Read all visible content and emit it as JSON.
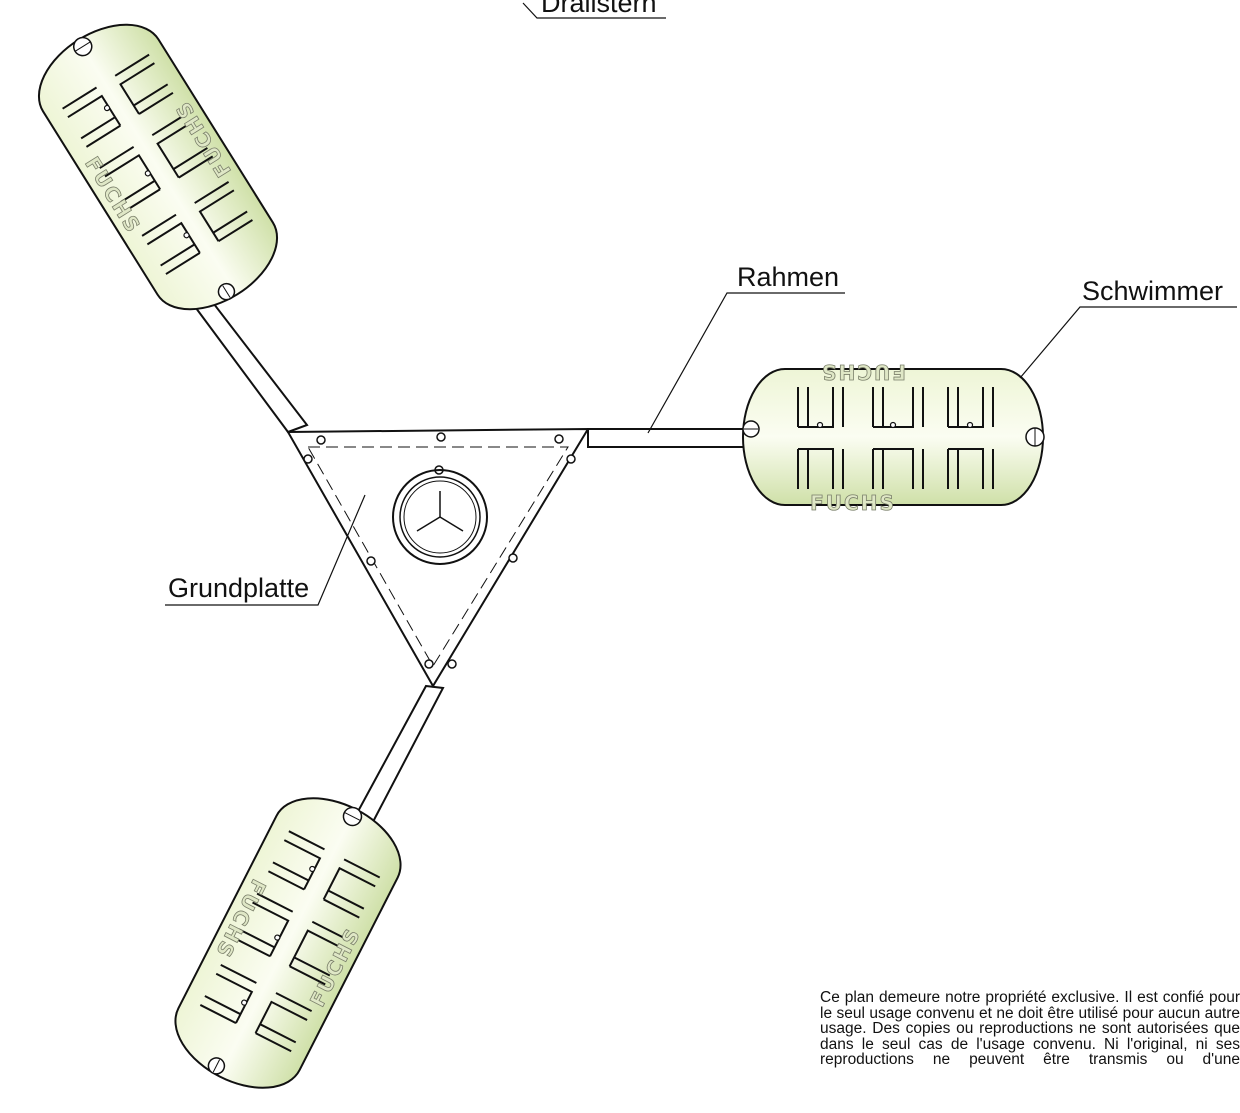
{
  "labels": {
    "drallstern": "Drallstern",
    "rahmen": "Rahmen",
    "schwimmer": "Schwimmer",
    "grundplatte": "Grundplatte"
  },
  "float_brand": "FUCHS",
  "disclaimer": "Ce plan demeure notre propriété exclusive. Il est confié pour le seul usage convenu et ne doit être utilisé pour aucun autre usage. Des copies ou reproductions ne sont autorisées que dans le seul cas de l'usage convenu. Ni l'original, ni ses reproductions ne peuvent être transmis ou d'une",
  "colors": {
    "float_fill_light": "#f4f9e4",
    "float_fill_dark": "#c8dca0",
    "line": "#111111"
  }
}
